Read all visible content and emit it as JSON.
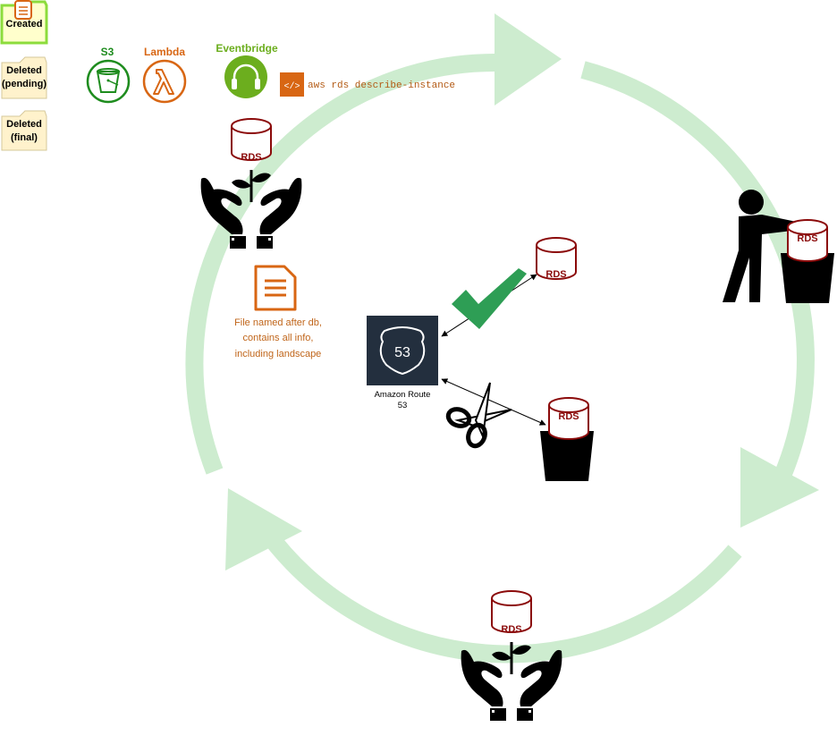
{
  "legend": {
    "items": [
      {
        "label_line1": "Created",
        "label_line2": ""
      },
      {
        "label_line1": "Deleted",
        "label_line2": "(pending)"
      },
      {
        "label_line1": "Deleted",
        "label_line2": "(final)"
      }
    ]
  },
  "services": {
    "s3": {
      "label": "S3",
      "icon": "s3-bucket-icon",
      "color": "#1e8c1e"
    },
    "lambda": {
      "label": "Lambda",
      "icon": "lambda-icon",
      "color": "#d86613"
    },
    "eventbridge": {
      "label": "Eventbridge",
      "icon": "headphones-icon",
      "color": "#6cae1e"
    },
    "cli": {
      "command": "aws rds describe-instance",
      "icon": "code-icon",
      "color": "#d86613"
    }
  },
  "rds_label": "RDS",
  "file_note": {
    "line1": "File named after db,",
    "line2": "contains all info,",
    "line3": "including landscape"
  },
  "route53": {
    "badge": "53",
    "label_line1": "Amazon Route",
    "label_line2": "53"
  },
  "colors": {
    "cycle": "#cdeccf",
    "rds": "#8b0a0a",
    "orange": "#d86613",
    "check": "#2e9e55",
    "route53_bg": "#232f3e",
    "legend_created_fill": "#ffffcc",
    "legend_created_border": "#8cdc3c",
    "legend_deleted_fill": "#fff2cc"
  }
}
